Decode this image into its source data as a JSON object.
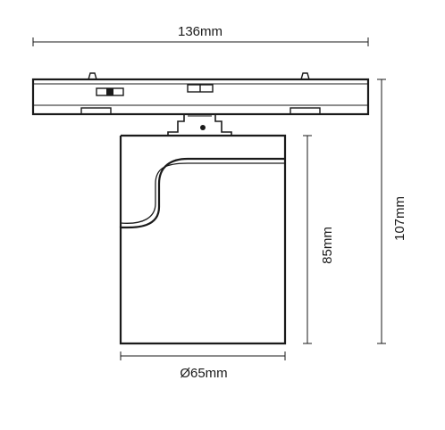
{
  "dimensions": {
    "total_width": "136mm",
    "head_diameter": "Ø65mm",
    "head_height": "85mm",
    "total_height": "107mm"
  }
}
